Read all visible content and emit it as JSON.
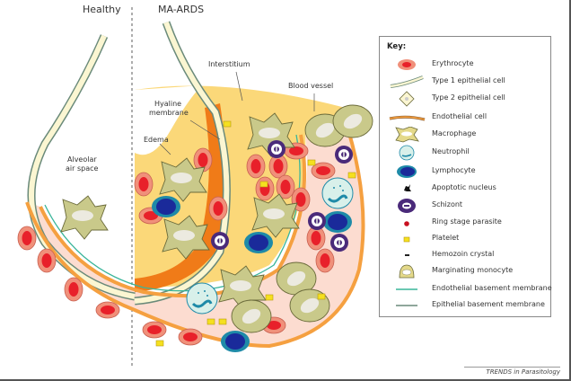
{
  "panels": {
    "healthy_title": "Healthy",
    "disease_title": "MA-ARDS"
  },
  "annotations": {
    "alveolar_air_space": [
      "Alveolar",
      "air space"
    ],
    "interstitium": "Interstitium",
    "blood_vessel": "Blood vessel",
    "hyaline_membrane": [
      "Hyaline",
      "membrane"
    ],
    "edema": "Edema"
  },
  "key": {
    "title": "Key:",
    "items": [
      {
        "icon": "erythrocyte-icon",
        "label": "Erythrocyte"
      },
      {
        "icon": "type1-epithelial-cell-icon",
        "label": "Type 1 epithelial cell"
      },
      {
        "icon": "type2-epithelial-cell-icon",
        "label": "Type 2 epithelial cell"
      },
      {
        "icon": "endothelial-cell-icon",
        "label": "Endothelial cell"
      },
      {
        "icon": "macrophage-icon",
        "label": "Macrophage"
      },
      {
        "icon": "neutrophil-icon",
        "label": "Neutrophil"
      },
      {
        "icon": "lymphocyte-icon",
        "label": "Lymphocyte"
      },
      {
        "icon": "apoptotic-nucleus-icon",
        "label": "Apoptotic nucleus"
      },
      {
        "icon": "schizont-icon",
        "label": "Schizont"
      },
      {
        "icon": "ring-stage-parasite-icon",
        "label": "Ring stage parasite"
      },
      {
        "icon": "platelet-icon",
        "label": "Platelet"
      },
      {
        "icon": "hemozoin-crystal-icon",
        "label": "Hemozoin crystal"
      },
      {
        "icon": "marginating-monocyte-icon",
        "label": "Marginating monocyte"
      },
      {
        "icon": "endothelial-basement-membrane-icon",
        "label": "Endothelial basement membrane"
      },
      {
        "icon": "epithelial-basement-membrane-icon",
        "label": "Epithelial basement membrane"
      }
    ]
  },
  "colors": {
    "erythrocyte_outer": "#f0907a",
    "erythrocyte_inner": "#e8202a",
    "epithelium": "#fbf6d2",
    "endothelium": "#f5a040",
    "macrophage": "#c9c98a",
    "interstitium": "#fbd879",
    "blood_plasma": "#fcdcd0",
    "hyaline": "#f07b18",
    "lymphocyte_outer": "#1e8aa8",
    "lymphocyte_inner": "#1a2a9a",
    "schizont": "#4a2a7a",
    "platelet": "#f5e020",
    "endothelial_bm": "#3ab59a",
    "epithelial_bm": "#6a8a7a"
  },
  "credit": "TRENDS in Parasitology"
}
